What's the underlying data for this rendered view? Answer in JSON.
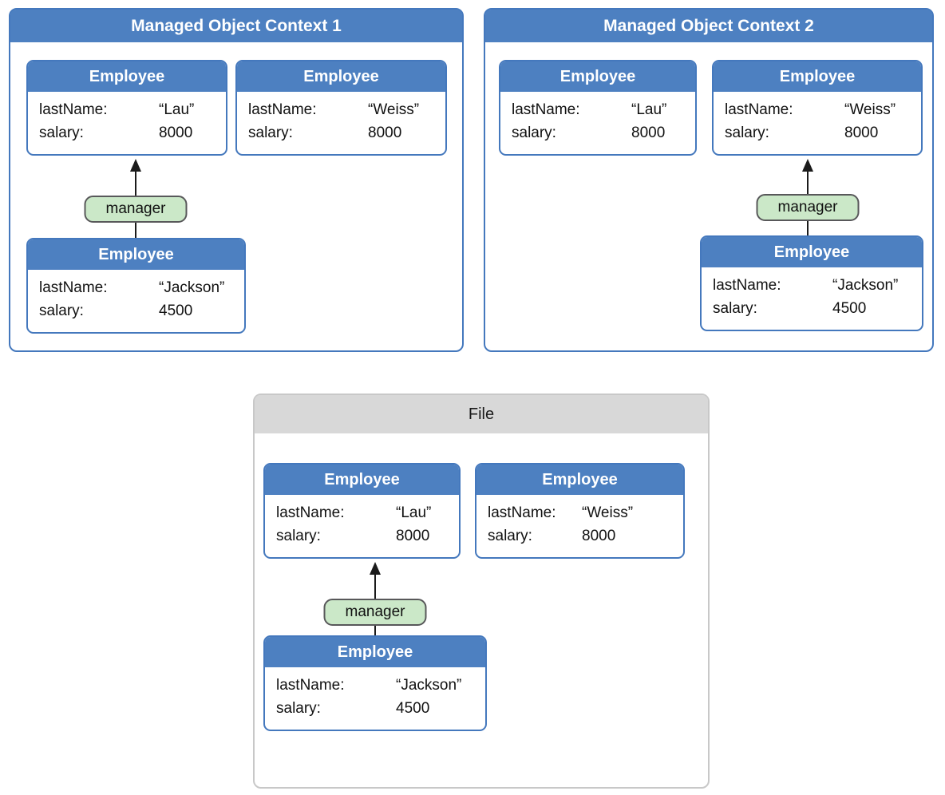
{
  "colors": {
    "context_header_blue": "#4d80c1",
    "context_border_blue": "#4478bd",
    "entity_header_blue": "#4d80c1",
    "entity_border_blue": "#4478bd",
    "relationship_fill_green": "#cbe8c8",
    "relationship_border_gray": "#58585a",
    "file_header_gray": "#d8d8d8",
    "file_border_gray": "#c8c8c8",
    "connector_black": "#1b1b1b"
  },
  "containers": [
    {
      "title": "Managed Object Context 1",
      "relationship_label": "manager",
      "entities": [
        {
          "title": "Employee",
          "attributes": [
            {
              "label": "lastName:",
              "value": "“Lau”"
            },
            {
              "label": "salary:",
              "value": "8000"
            }
          ]
        },
        {
          "title": "Employee",
          "attributes": [
            {
              "label": "lastName:",
              "value": "“Weiss”"
            },
            {
              "label": "salary:",
              "value": "8000"
            }
          ]
        },
        {
          "title": "Employee",
          "attributes": [
            {
              "label": "lastName:",
              "value": "“Jackson”"
            },
            {
              "label": "salary:",
              "value": "4500"
            }
          ]
        }
      ]
    },
    {
      "title": "Managed Object Context 2",
      "relationship_label": "manager",
      "entities": [
        {
          "title": "Employee",
          "attributes": [
            {
              "label": "lastName:",
              "value": "“Lau”"
            },
            {
              "label": "salary:",
              "value": "8000"
            }
          ]
        },
        {
          "title": "Employee",
          "attributes": [
            {
              "label": "lastName:",
              "value": "“Weiss”"
            },
            {
              "label": "salary:",
              "value": "8000"
            }
          ]
        },
        {
          "title": "Employee",
          "attributes": [
            {
              "label": "lastName:",
              "value": "“Jackson”"
            },
            {
              "label": "salary:",
              "value": "4500"
            }
          ]
        }
      ]
    },
    {
      "title": "File",
      "relationship_label": "manager",
      "entities": [
        {
          "title": "Employee",
          "attributes": [
            {
              "label": "lastName:",
              "value": "“Lau”"
            },
            {
              "label": "salary:",
              "value": "8000"
            }
          ]
        },
        {
          "title": "Employee",
          "attributes": [
            {
              "label": "lastName:",
              "value": "“Weiss”"
            },
            {
              "label": "salary:",
              "value": "8000"
            }
          ]
        },
        {
          "title": "Employee",
          "attributes": [
            {
              "label": "lastName:",
              "value": "“Jackson”"
            },
            {
              "label": "salary:",
              "value": "4500"
            }
          ]
        }
      ]
    }
  ]
}
